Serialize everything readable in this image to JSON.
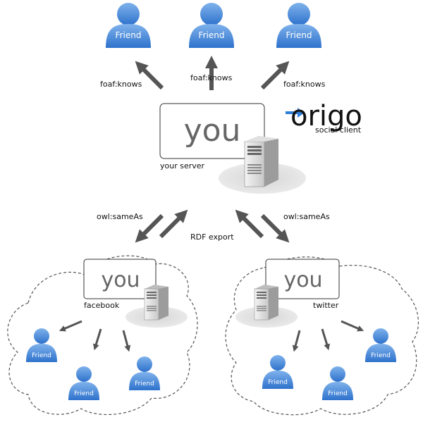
{
  "friends_top": [
    {
      "label": "Friend"
    },
    {
      "label": "Friend"
    },
    {
      "label": "Friend"
    }
  ],
  "edges_top": [
    {
      "label": "foaf:knows"
    },
    {
      "label": "foaf:knows"
    },
    {
      "label": "foaf:knows"
    }
  ],
  "server_main": {
    "box_text": "you",
    "caption": "your server"
  },
  "logo": {
    "wordmark": "origo",
    "tagline": "social client",
    "accent": "#2f7fd8"
  },
  "middle_edges": {
    "left_label": "owl:sameAs",
    "right_label": "owl:sameAs",
    "center_label": "RDF export"
  },
  "facebook": {
    "box_text": "you",
    "caption": "facebook",
    "friends": [
      {
        "label": "Friend"
      },
      {
        "label": "Friend"
      },
      {
        "label": "Friend"
      }
    ]
  },
  "twitter": {
    "box_text": "you",
    "caption": "twitter",
    "friends": [
      {
        "label": "Friend"
      },
      {
        "label": "Friend"
      },
      {
        "label": "Friend"
      }
    ]
  },
  "colors": {
    "friend_top": "#3a7fd4",
    "friend_bottom": "#7fb2ec",
    "arrow": "#555555",
    "cloud_stroke": "#555555"
  }
}
